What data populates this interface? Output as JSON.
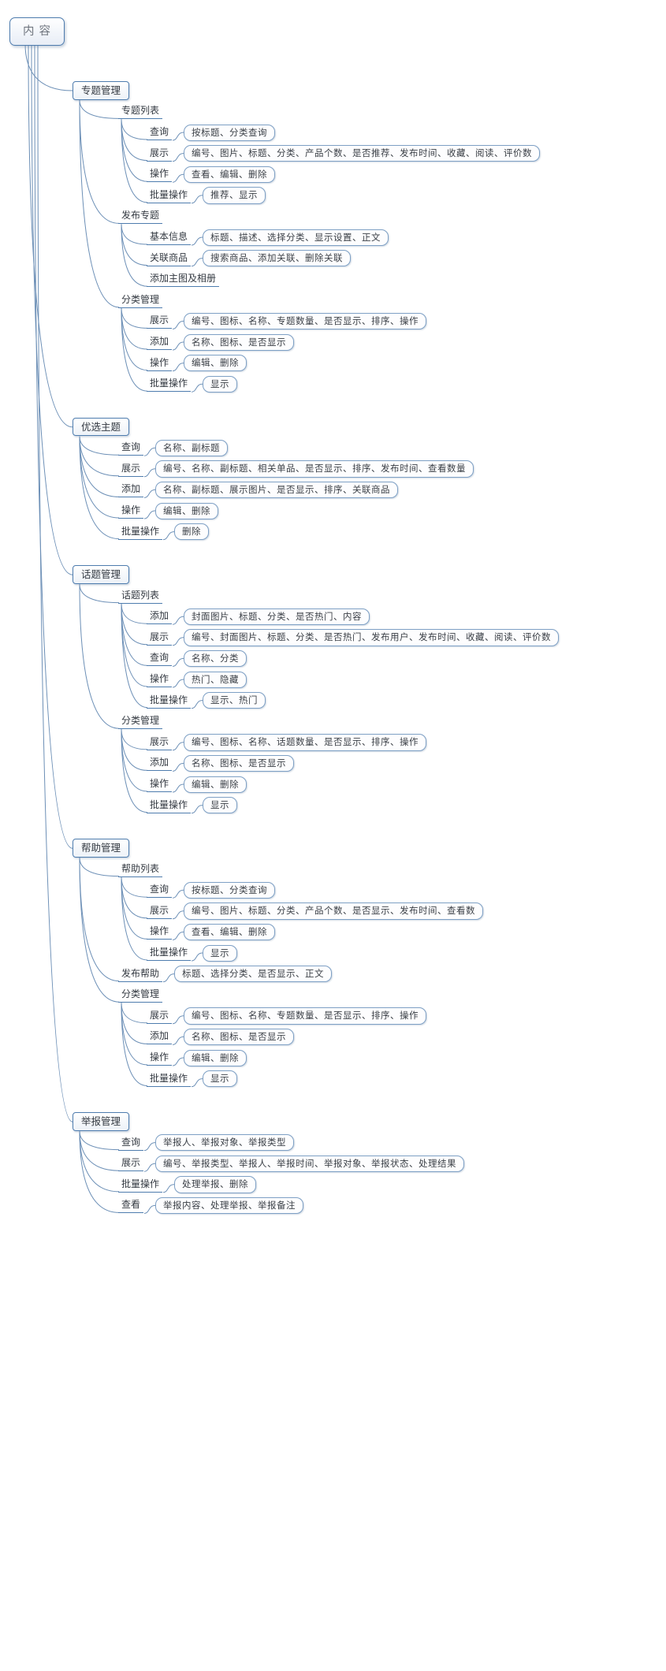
{
  "diagram": {
    "type": "mindmap-tree",
    "colors": {
      "line": "#6c8fb6",
      "node_border": "#4e7cae",
      "box_border": "#7ea0c5",
      "background": "#ffffff"
    },
    "root": {
      "label": "内容",
      "type": "root",
      "children": [
        {
          "label": "专题管理",
          "type": "topic",
          "children": [
            {
              "label": "专题列表",
              "type": "label",
              "children": [
                {
                  "label": "查询",
                  "type": "label",
                  "children": [
                    {
                      "label": "按标题、分类查询",
                      "type": "box",
                      "children": []
                    }
                  ]
                },
                {
                  "label": "展示",
                  "type": "label",
                  "children": [
                    {
                      "label": "编号、图片、标题、分类、产品个数、是否推荐、发布时间、收藏、阅读、评价数",
                      "type": "box",
                      "children": []
                    }
                  ]
                },
                {
                  "label": "操作",
                  "type": "label",
                  "children": [
                    {
                      "label": "查看、编辑、删除",
                      "type": "box",
                      "children": []
                    }
                  ]
                },
                {
                  "label": "批量操作",
                  "type": "label",
                  "children": [
                    {
                      "label": "推荐、显示",
                      "type": "box",
                      "children": []
                    }
                  ]
                }
              ]
            },
            {
              "label": "发布专题",
              "type": "label",
              "children": [
                {
                  "label": "基本信息",
                  "type": "label",
                  "children": [
                    {
                      "label": "标题、描述、选择分类、显示设置、正文",
                      "type": "box",
                      "children": []
                    }
                  ]
                },
                {
                  "label": "关联商品",
                  "type": "label",
                  "children": [
                    {
                      "label": "搜索商品、添加关联、删除关联",
                      "type": "box",
                      "children": []
                    }
                  ]
                },
                {
                  "label": "添加主图及相册",
                  "type": "label",
                  "children": []
                }
              ]
            },
            {
              "label": "分类管理",
              "type": "label",
              "children": [
                {
                  "label": "展示",
                  "type": "label",
                  "children": [
                    {
                      "label": "编号、图标、名称、专题数量、是否显示、排序、操作",
                      "type": "box",
                      "children": []
                    }
                  ]
                },
                {
                  "label": "添加",
                  "type": "label",
                  "children": [
                    {
                      "label": "名称、图标、是否显示",
                      "type": "box",
                      "children": []
                    }
                  ]
                },
                {
                  "label": "操作",
                  "type": "label",
                  "children": [
                    {
                      "label": "编辑、删除",
                      "type": "box",
                      "children": []
                    }
                  ]
                },
                {
                  "label": "批量操作",
                  "type": "label",
                  "children": [
                    {
                      "label": "显示",
                      "type": "box",
                      "children": []
                    }
                  ]
                }
              ]
            }
          ]
        },
        {
          "label": "优选主题",
          "type": "topic",
          "children": [
            {
              "label": "查询",
              "type": "label",
              "children": [
                {
                  "label": "名称、副标题",
                  "type": "box",
                  "children": []
                }
              ]
            },
            {
              "label": "展示",
              "type": "label",
              "children": [
                {
                  "label": "编号、名称、副标题、相关单品、是否显示、排序、发布时间、查看数量",
                  "type": "box",
                  "children": []
                }
              ]
            },
            {
              "label": "添加",
              "type": "label",
              "children": [
                {
                  "label": "名称、副标题、展示图片、是否显示、排序、关联商品",
                  "type": "box",
                  "children": []
                }
              ]
            },
            {
              "label": "操作",
              "type": "label",
              "children": [
                {
                  "label": "编辑、删除",
                  "type": "box",
                  "children": []
                }
              ]
            },
            {
              "label": "批量操作",
              "type": "label",
              "children": [
                {
                  "label": "删除",
                  "type": "box",
                  "children": []
                }
              ]
            }
          ]
        },
        {
          "label": "话题管理",
          "type": "topic",
          "children": [
            {
              "label": "话题列表",
              "type": "label",
              "children": [
                {
                  "label": "添加",
                  "type": "label",
                  "children": [
                    {
                      "label": "封面图片、标题、分类、是否热门、内容",
                      "type": "box",
                      "children": []
                    }
                  ]
                },
                {
                  "label": "展示",
                  "type": "label",
                  "children": [
                    {
                      "label": "编号、封面图片、标题、分类、是否热门、发布用户、发布时间、收藏、阅读、评价数",
                      "type": "box",
                      "children": []
                    }
                  ]
                },
                {
                  "label": "查询",
                  "type": "label",
                  "children": [
                    {
                      "label": "名称、分类",
                      "type": "box",
                      "children": []
                    }
                  ]
                },
                {
                  "label": "操作",
                  "type": "label",
                  "children": [
                    {
                      "label": "热门、隐藏",
                      "type": "box",
                      "children": []
                    }
                  ]
                },
                {
                  "label": "批量操作",
                  "type": "label",
                  "children": [
                    {
                      "label": "显示、热门",
                      "type": "box",
                      "children": []
                    }
                  ]
                }
              ]
            },
            {
              "label": "分类管理",
              "type": "label",
              "children": [
                {
                  "label": "展示",
                  "type": "label",
                  "children": [
                    {
                      "label": "编号、图标、名称、话题数量、是否显示、排序、操作",
                      "type": "box",
                      "children": []
                    }
                  ]
                },
                {
                  "label": "添加",
                  "type": "label",
                  "children": [
                    {
                      "label": "名称、图标、是否显示",
                      "type": "box",
                      "children": []
                    }
                  ]
                },
                {
                  "label": "操作",
                  "type": "label",
                  "children": [
                    {
                      "label": "编辑、删除",
                      "type": "box",
                      "children": []
                    }
                  ]
                },
                {
                  "label": "批量操作",
                  "type": "label",
                  "children": [
                    {
                      "label": "显示",
                      "type": "box",
                      "children": []
                    }
                  ]
                }
              ]
            }
          ]
        },
        {
          "label": "帮助管理",
          "type": "topic",
          "children": [
            {
              "label": "帮助列表",
              "type": "label",
              "children": [
                {
                  "label": "查询",
                  "type": "label",
                  "children": [
                    {
                      "label": "按标题、分类查询",
                      "type": "box",
                      "children": []
                    }
                  ]
                },
                {
                  "label": "展示",
                  "type": "label",
                  "children": [
                    {
                      "label": "编号、图片、标题、分类、产品个数、是否显示、发布时间、查看数",
                      "type": "box",
                      "children": []
                    }
                  ]
                },
                {
                  "label": "操作",
                  "type": "label",
                  "children": [
                    {
                      "label": "查看、编辑、删除",
                      "type": "box",
                      "children": []
                    }
                  ]
                },
                {
                  "label": "批量操作",
                  "type": "label",
                  "children": [
                    {
                      "label": "显示",
                      "type": "box",
                      "children": []
                    }
                  ]
                }
              ]
            },
            {
              "label": "发布帮助",
              "type": "label",
              "children": [
                {
                  "label": "标题、选择分类、是否显示、正文",
                  "type": "box",
                  "children": []
                }
              ]
            },
            {
              "label": "分类管理",
              "type": "label",
              "children": [
                {
                  "label": "展示",
                  "type": "label",
                  "children": [
                    {
                      "label": "编号、图标、名称、专题数量、是否显示、排序、操作",
                      "type": "box",
                      "children": []
                    }
                  ]
                },
                {
                  "label": "添加",
                  "type": "label",
                  "children": [
                    {
                      "label": "名称、图标、是否显示",
                      "type": "box",
                      "children": []
                    }
                  ]
                },
                {
                  "label": "操作",
                  "type": "label",
                  "children": [
                    {
                      "label": "编辑、删除",
                      "type": "box",
                      "children": []
                    }
                  ]
                },
                {
                  "label": "批量操作",
                  "type": "label",
                  "children": [
                    {
                      "label": "显示",
                      "type": "box",
                      "children": []
                    }
                  ]
                }
              ]
            }
          ]
        },
        {
          "label": "举报管理",
          "type": "topic",
          "children": [
            {
              "label": "查询",
              "type": "label",
              "children": [
                {
                  "label": "举报人、举报对象、举报类型",
                  "type": "box",
                  "children": []
                }
              ]
            },
            {
              "label": "展示",
              "type": "label",
              "children": [
                {
                  "label": "编号、举报类型、举报人、举报时间、举报对象、举报状态、处理结果",
                  "type": "box",
                  "children": []
                }
              ]
            },
            {
              "label": "批量操作",
              "type": "label",
              "children": [
                {
                  "label": "处理举报、删除",
                  "type": "box",
                  "children": []
                }
              ]
            },
            {
              "label": "查看",
              "type": "label",
              "children": [
                {
                  "label": "举报内容、处理举报、举报备注",
                  "type": "box",
                  "children": []
                }
              ]
            }
          ]
        }
      ]
    }
  }
}
